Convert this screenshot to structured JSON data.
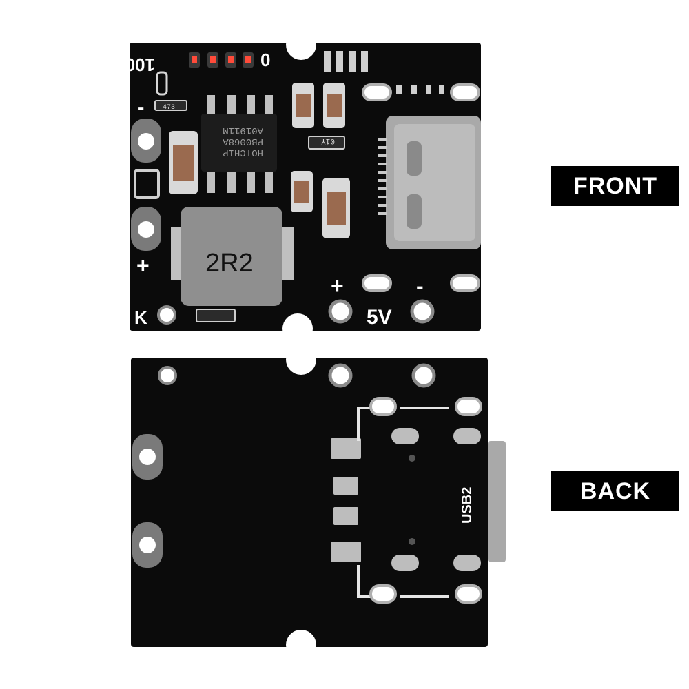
{
  "labels": {
    "front": "FRONT",
    "back": "BACK"
  },
  "front": {
    "silkscreen": {
      "percent_100": "100",
      "zero": "0",
      "minus": "-",
      "plus_left": "+",
      "k": "K",
      "plus_right": "+",
      "five_v": "5V",
      "minus_right": "-"
    },
    "chip_marking": {
      "line1": "HOTCHIP",
      "line2": "PB0068A",
      "line3": "A01911M"
    },
    "inductor_marking": "2R2",
    "resistor_marking": "473",
    "resistor2_marking": "01Y"
  },
  "back": {
    "silkscreen": {
      "usb": "USB2"
    }
  },
  "colors": {
    "pcb": "#0b0b0b",
    "pad": "#c9c9c9",
    "inductor": "#8f8f8f",
    "capacitor": "#9a6a4f",
    "usb": "#a9a9a9",
    "label_bg": "#000000",
    "label_fg": "#ffffff"
  }
}
